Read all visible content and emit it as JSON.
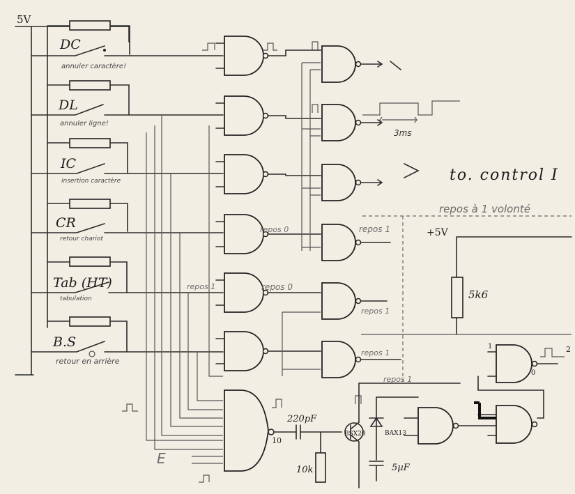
{
  "labels": {
    "supply_5v": "5V",
    "to_control": "to. control I",
    "plus_5v": "+5V",
    "r_5k6": "5k6",
    "cap_220pf": "220pF",
    "r_10k": "10k",
    "cap_5uf": "5µF",
    "t1": "BSX20",
    "d1": "BAX13",
    "pulse_3ms": "3ms",
    "pin_10": "10",
    "pin_1": "1",
    "pin_2": "2",
    "pin_0": "0",
    "sym_e": "E",
    "repos_1_line": "repos à 1 volonté"
  },
  "switches": [
    {
      "name": "DC",
      "note": "annuler caractère!"
    },
    {
      "name": "DL",
      "note": "annuler ligne!"
    },
    {
      "name": "IC",
      "note": "insertion caractère"
    },
    {
      "name": "CR",
      "note": "retour chariot"
    },
    {
      "name": "Tab (HT)",
      "note": "tabulation"
    },
    {
      "name": "B.S",
      "note": "retour en arrière"
    }
  ],
  "annotations": {
    "repos_o_a": "repos 0",
    "repos_1_a": "repos 1",
    "repos_1_b": "repos 1",
    "repos_o_b": "repos 0",
    "repos_1_c": "repos 1",
    "repos_1_d": "repos 1",
    "repos_1_e": "repos 1"
  }
}
